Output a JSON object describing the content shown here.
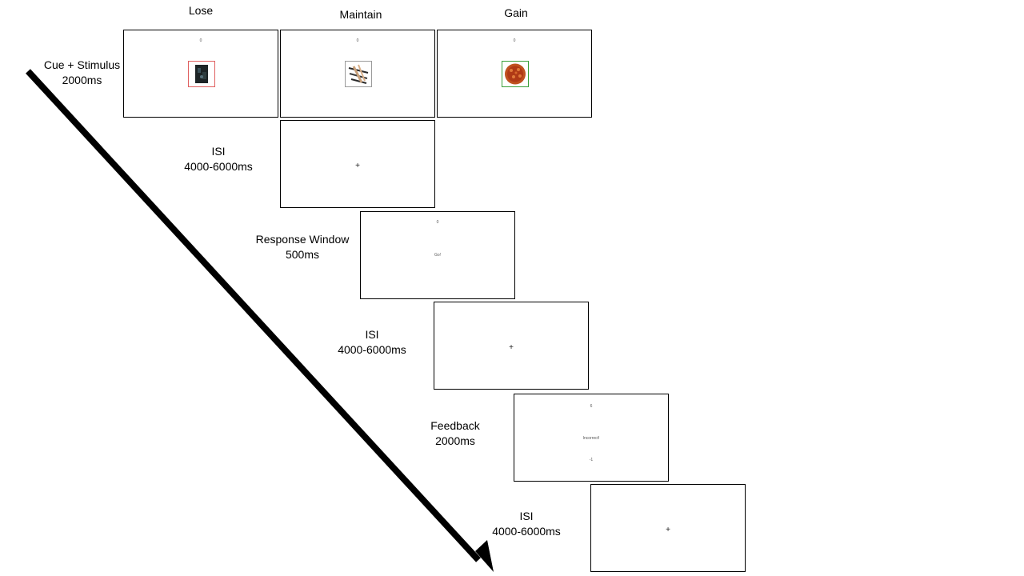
{
  "columns": {
    "lose": "Lose",
    "maintain": "Maintain",
    "gain": "Gain"
  },
  "stages": {
    "cue": {
      "label": "Cue + Stimulus",
      "duration": "2000ms"
    },
    "isi1": {
      "label": "ISI",
      "duration": "4000-6000ms"
    },
    "response": {
      "label": "Response Window",
      "duration": "500ms"
    },
    "isi2": {
      "label": "ISI",
      "duration": "4000-6000ms"
    },
    "feedback": {
      "label": "Feedback",
      "duration": "2000ms"
    },
    "isi3": {
      "label": "ISI",
      "duration": "4000-6000ms"
    }
  },
  "screens": {
    "lose_score": "0",
    "maintain_score": "0",
    "gain_score": "0",
    "isi_symbol": "+",
    "response_score": "0",
    "response_text": "Go!",
    "feedback_score": "6",
    "feedback_text": "Incorrect!",
    "feedback_delta": "-1"
  },
  "colors": {
    "lose_border": "#e06060",
    "maintain_border": "#9a9a9a",
    "gain_border": "#3aa03a",
    "arrow": "#000000"
  },
  "icons": {
    "lose": "dark-object-icon",
    "maintain": "utensils-icon",
    "gain": "pizza-icon"
  }
}
